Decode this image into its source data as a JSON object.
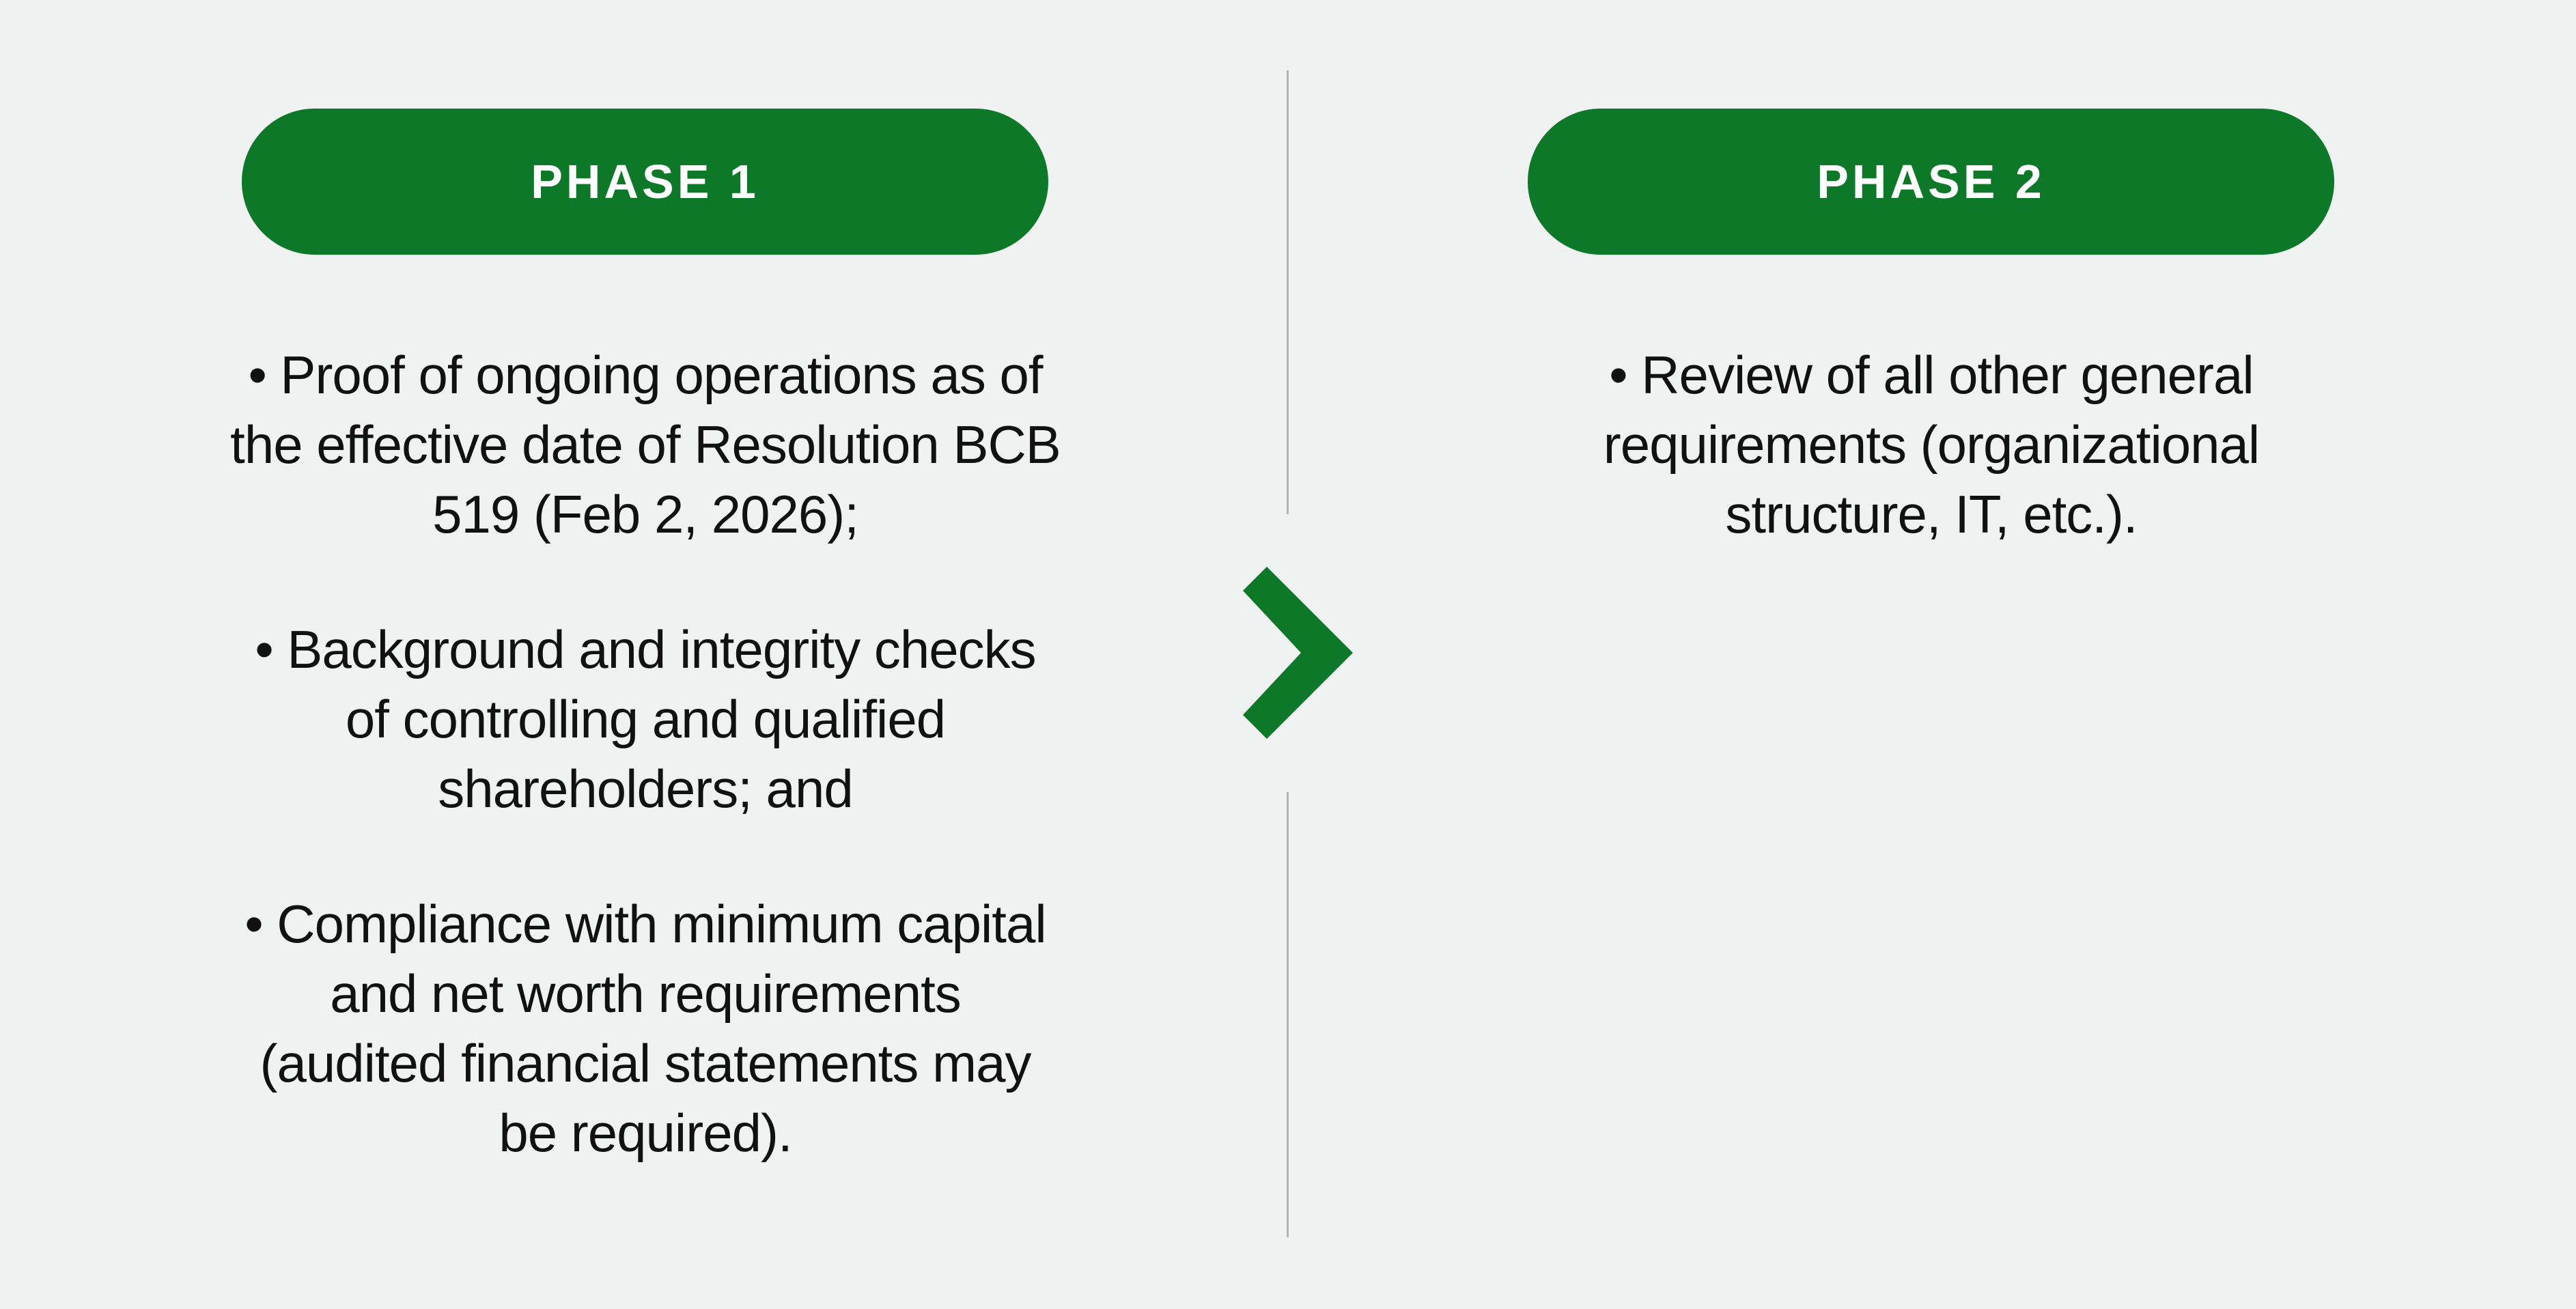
{
  "colors": {
    "background": "#f0f1f1",
    "accent_green": "#0d7827",
    "divider_gray": "#b3b3b3",
    "body_text": "#111111",
    "pill_text": "#ffffff"
  },
  "phase1": {
    "label": "PHASE 1",
    "bullets": [
      {
        "text": "• Proof of ongoing operations as of\nthe effective date of Resolution BCB\n519 (Feb 2, 2026);"
      },
      {
        "text": "• Background and integrity checks\nof controlling and qualified\nshareholders; and"
      },
      {
        "text": "• Compliance with minimum capital\nand net worth requirements\n(audited financial statements may\nbe required)."
      }
    ]
  },
  "phase2": {
    "label": "PHASE 2",
    "bullets": [
      {
        "text": "• Review of all other general\nrequirements (organizational\nstructure, IT, etc.)."
      }
    ]
  },
  "icons": {
    "chevron_right": {
      "name": "chevron-right-icon",
      "color": "#0d7827"
    }
  }
}
